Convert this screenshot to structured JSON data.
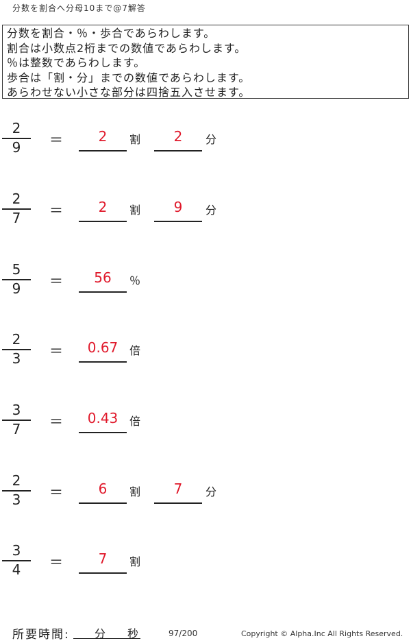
{
  "title": "分数を割合へ分母10まで@7解答",
  "instructions": [
    "分数を割合・％・歩合であらわします。",
    "割合は小数点2桁までの数値であらわします。",
    "％は整数であらわします。",
    "歩合は「割・分」までの数値であらわします。",
    "あらわせない小さな部分は四捨五入させます。"
  ],
  "eq_symbol": "＝",
  "problems": [
    {
      "num": "2",
      "den": "9",
      "answers": [
        {
          "value": "2",
          "unit": "割"
        },
        {
          "value": "2",
          "unit": "分"
        }
      ]
    },
    {
      "num": "2",
      "den": "7",
      "answers": [
        {
          "value": "2",
          "unit": "割"
        },
        {
          "value": "9",
          "unit": "分"
        }
      ]
    },
    {
      "num": "5",
      "den": "9",
      "answers": [
        {
          "value": "56",
          "unit": "％"
        }
      ]
    },
    {
      "num": "2",
      "den": "3",
      "answers": [
        {
          "value": "0.67",
          "unit": "倍"
        }
      ]
    },
    {
      "num": "3",
      "den": "7",
      "answers": [
        {
          "value": "0.43",
          "unit": "倍"
        }
      ]
    },
    {
      "num": "2",
      "den": "3",
      "answers": [
        {
          "value": "6",
          "unit": "割"
        },
        {
          "value": "7",
          "unit": "分"
        }
      ]
    },
    {
      "num": "3",
      "den": "4",
      "answers": [
        {
          "value": "7",
          "unit": "割"
        }
      ]
    }
  ],
  "footer": {
    "time_label": "所要時間:",
    "minutes_unit": "分",
    "seconds_unit": "秒",
    "page_number": "97/200",
    "copyright": "Copyright ©  Alpha.Inc All Rights Reserved."
  },
  "colors": {
    "answer": "#e0192b",
    "text": "#222222"
  }
}
